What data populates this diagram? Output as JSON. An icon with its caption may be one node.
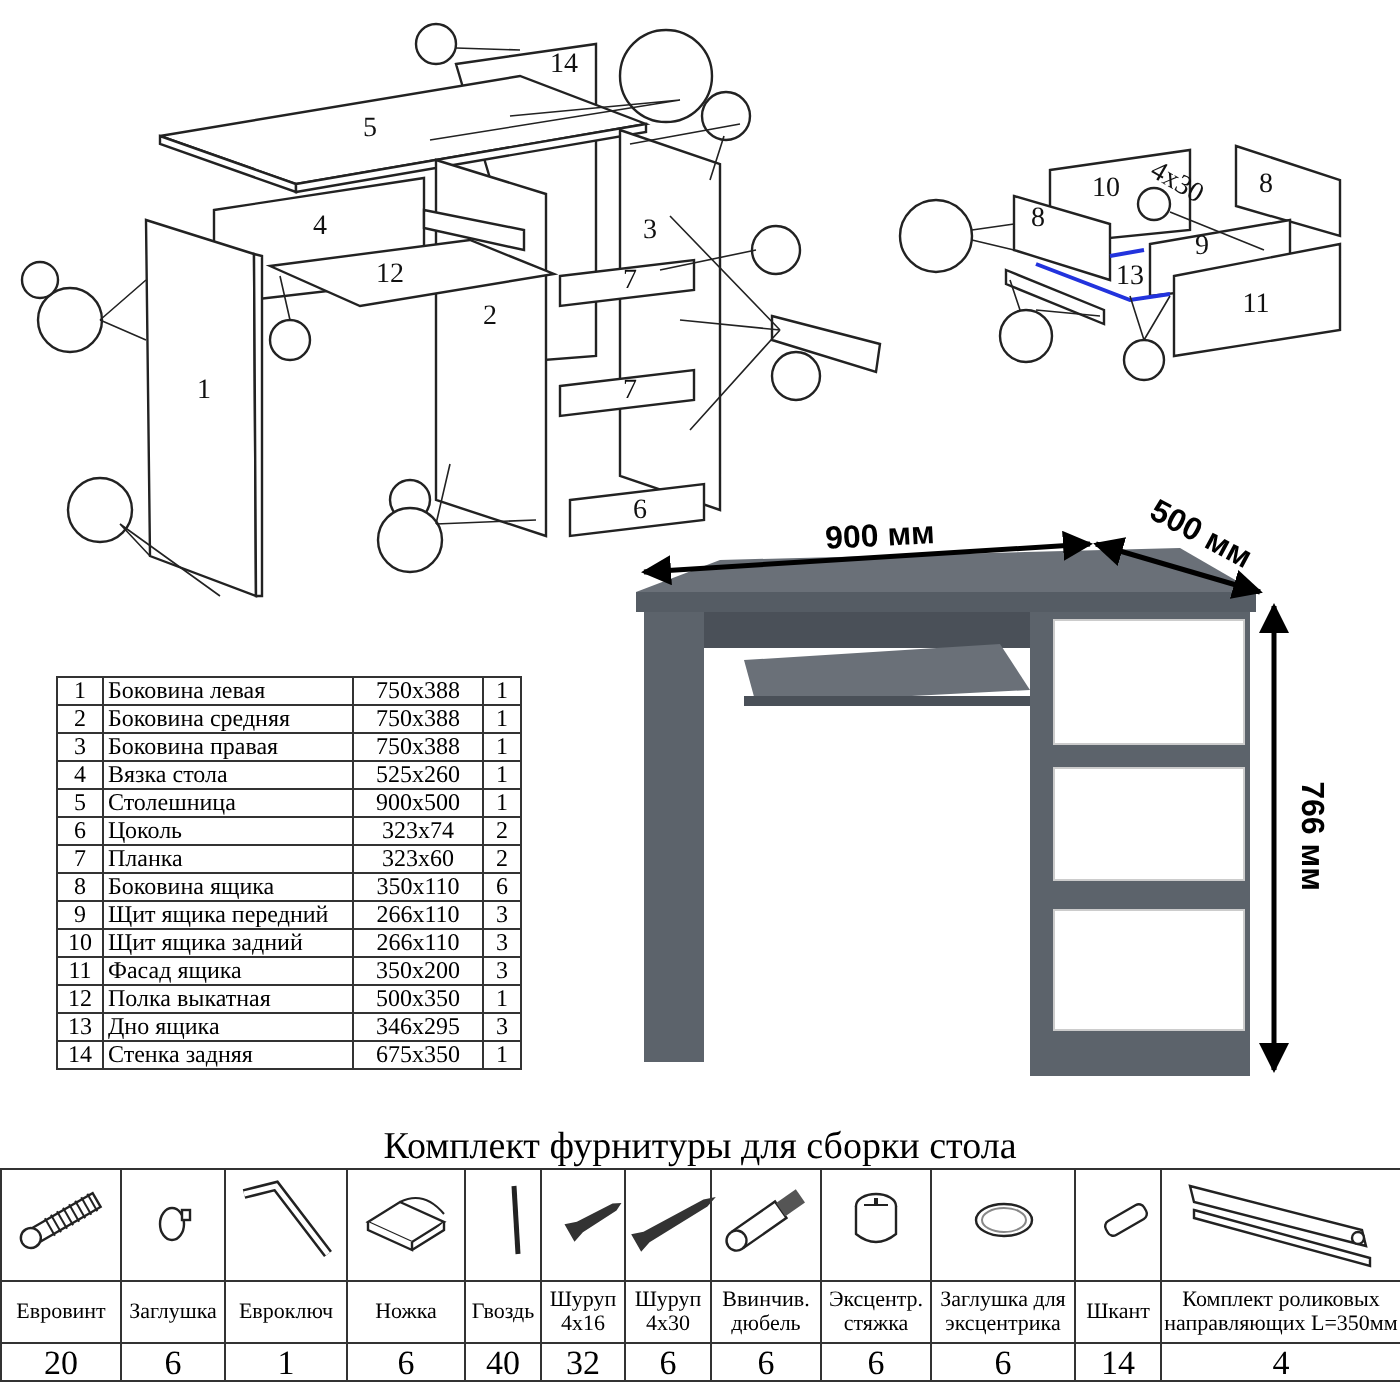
{
  "diagram": {
    "labels": [
      "14",
      "5",
      "4",
      "3",
      "12",
      "2",
      "7",
      "1",
      "7",
      "6",
      "10",
      "4x30",
      "8",
      "8",
      "9",
      "13",
      "11",
      "900 мм",
      "500 мм",
      "766 мм",
      "1",
      "Боковина левая",
      "750x388",
      "1",
      "2",
      "Боковина средняя",
      "750x388",
      "1",
      "3",
      "Боковина правая",
      "750x388",
      "1",
      "4",
      "Вязка стола",
      "525x260",
      "1",
      "5",
      "Столешница",
      "900x500",
      "1",
      "6",
      "Цоколь",
      "323x74",
      "2",
      "7",
      "Планка",
      "323x60",
      "2",
      "8",
      "Боковина ящика",
      "350x110",
      "6",
      "9",
      "Щит ящика передний",
      "266x110",
      "3",
      "10",
      "Щит ящика задний",
      "266x110",
      "3",
      "11",
      "Фасад ящика",
      "350x200",
      "3",
      "12",
      "Полка выкатная",
      "500x350",
      "1",
      "13",
      "Дно ящика",
      "346x295",
      "3",
      "14",
      "Стенка задняя",
      "675x350",
      "1",
      "Комплект фурнитуры для сборки стола",
      "Евровинт",
      "Заглушка",
      "Евроключ",
      "Ножка",
      "Гвоздь",
      "Шуруп 4x16",
      "Шуруп 4x30",
      "Ввинчив. дюбель",
      "Эксцентр. стяжка",
      "Заглушка для эксцентрика",
      "Шкант",
      "Комплект роликовых направляющих L=350мм",
      "20",
      "6",
      "1",
      "6",
      "40",
      "32",
      "6",
      "6",
      "6",
      "6",
      "14",
      "4"
    ]
  }
}
